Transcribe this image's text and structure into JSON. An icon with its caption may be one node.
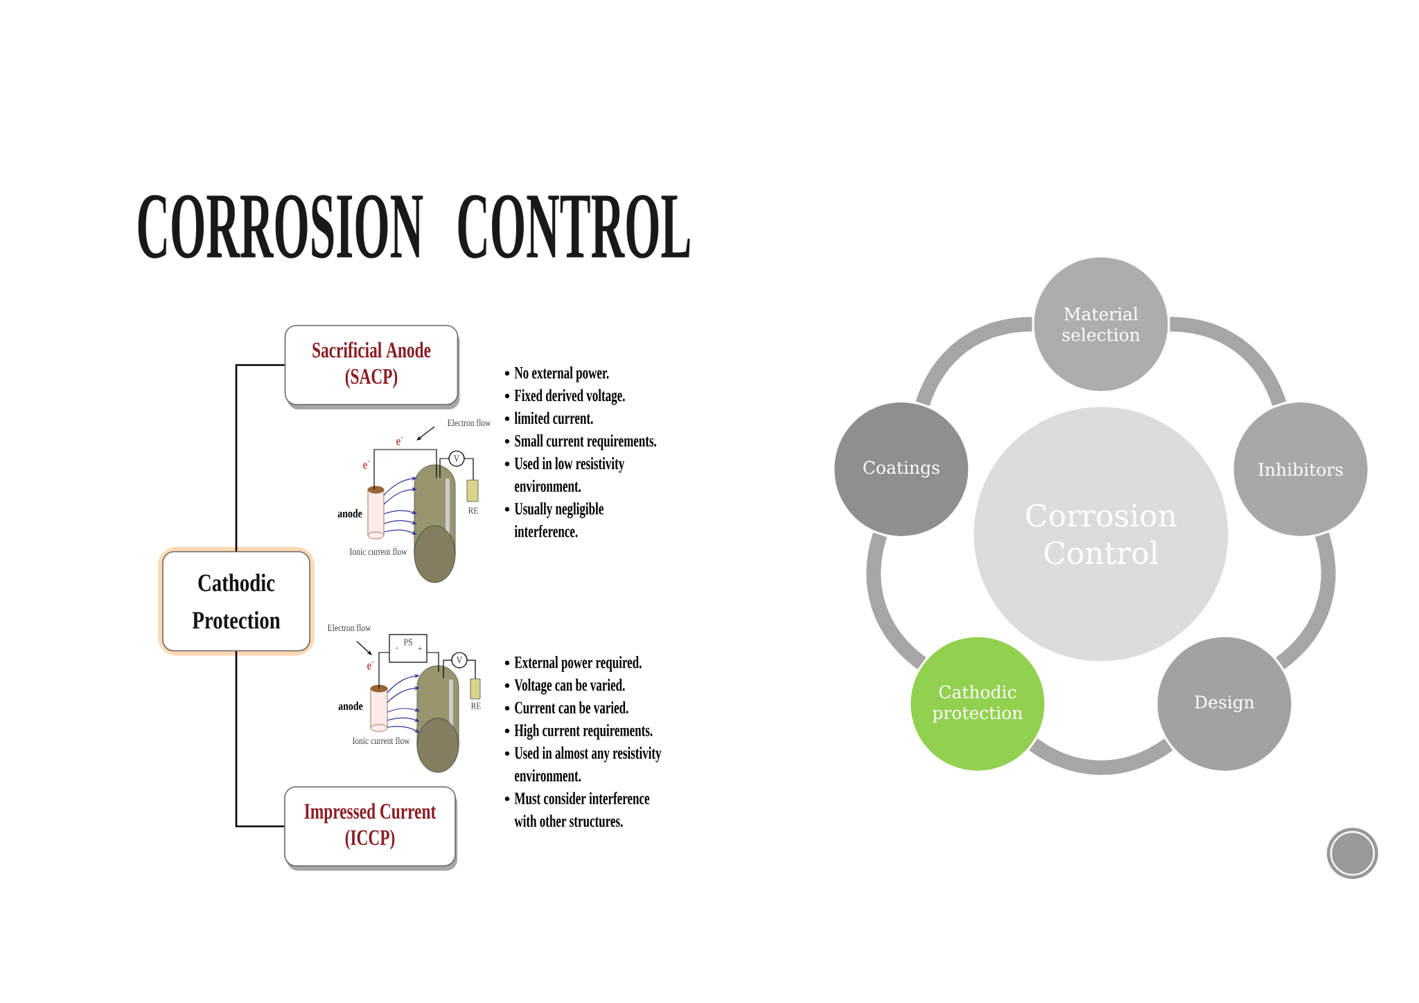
{
  "diagram": {
    "title": "CORROSION CONTROL",
    "nodes": [
      {
        "text": [
          "Cathodic Protection"
        ]
      },
      {
        "text": [
          "Sacrificial Anode (SACP)"
        ]
      },
      {
        "text": [
          "Impressed Current (ICCP)"
        ]
      },
      {
        "text": [
          "Corrosion Control"
        ]
      },
      {
        "text": [
          "Material selection"
        ]
      },
      {
        "text": [
          "Inhibitors"
        ]
      },
      {
        "text": [
          "Design"
        ]
      },
      {
        "text": [
          "Cathodic protection"
        ]
      },
      {
        "text": [
          "Coatings"
        ]
      }
    ],
    "edges": [
      {
        "from": 0,
        "to": 1,
        "arrow": "none",
        "color": "#000000"
      },
      {
        "from": 0,
        "to": 2,
        "arrow": "none",
        "color": "#000000"
      },
      {
        "from": 4,
        "to": 5,
        "arrow": "none"
      },
      {
        "from": 5,
        "to": 6,
        "arrow": "none"
      },
      {
        "from": 6,
        "to": 7,
        "arrow": "none"
      },
      {
        "from": 7,
        "to": 8,
        "arrow": "none"
      },
      {
        "from": 8,
        "to": 4,
        "arrow": "none"
      }
    ],
    "labels": [
      "No external power.",
      "Fixed derived voltage.",
      "limited current.",
      "Small current requirements.",
      "Used in low resistivity environment.",
      "Usually negligible interference.",
      "External power required.",
      "Voltage can be varied.",
      "Current can be varied.",
      "High current requirements.",
      "Used in almost any resistivity environment.",
      "Must consider interference with other structures.",
      "Electron flow",
      "e$^{-}$",
      "e$^{-}$",
      "V",
      "anode",
      "RE",
      "Ionic current flow",
      "Electron flow",
      "PS",
      "-",
      "+",
      "e$^{-}$",
      "V",
      "anode",
      "RE",
      "Ionic current flow"
    ]
  }
}
